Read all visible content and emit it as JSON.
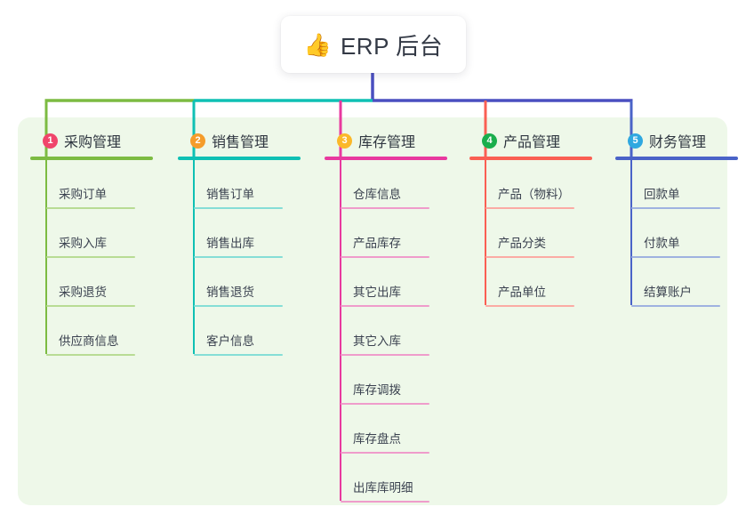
{
  "root": {
    "icon": "thumbs-up-icon",
    "emoji": "👍",
    "title": "ERP 后台"
  },
  "palette": {
    "panel_bg": "#eef8e9",
    "page_bg": "#ffffff",
    "root_stem": "#4a4fc0",
    "trunk_left": "#7cbb42",
    "trunk_mid": "#0fc0b4",
    "trunk_right": "#4a4fc0"
  },
  "columns": [
    {
      "number": "1",
      "label": "采购管理",
      "badge_color": "#f0456b",
      "accent": "#7cbb42",
      "accent_light": "#b8dc94",
      "drop_color": "#7cbb42",
      "items": [
        {
          "label": "采购订单"
        },
        {
          "label": "采购入库"
        },
        {
          "label": "采购退货"
        },
        {
          "label": "供应商信息"
        }
      ]
    },
    {
      "number": "2",
      "label": "销售管理",
      "badge_color": "#f59c2a",
      "accent": "#0fc0b4",
      "accent_light": "#85ded6",
      "drop_color": "#0fc0b4",
      "items": [
        {
          "label": "销售订单"
        },
        {
          "label": "销售出库"
        },
        {
          "label": "销售退货"
        },
        {
          "label": "客户信息"
        }
      ]
    },
    {
      "number": "3",
      "label": "库存管理",
      "badge_color": "#fbb829",
      "accent": "#e8399f",
      "accent_light": "#ef9ccb",
      "drop_color": "#e8399f",
      "items": [
        {
          "label": "仓库信息"
        },
        {
          "label": "产品库存"
        },
        {
          "label": "其它出库"
        },
        {
          "label": "其它入库"
        },
        {
          "label": "库存调拨"
        },
        {
          "label": "库存盘点"
        },
        {
          "label": "出库库明细"
        }
      ]
    },
    {
      "number": "4",
      "label": "产品管理",
      "badge_color": "#1aae4c",
      "accent": "#fa5f53",
      "accent_light": "#fbaba4",
      "drop_color": "#fa5f53",
      "items": [
        {
          "label": "产品（物料）"
        },
        {
          "label": "产品分类"
        },
        {
          "label": "产品单位"
        }
      ]
    },
    {
      "number": "5",
      "label": "财务管理",
      "badge_color": "#2fa8e0",
      "accent": "#4a63c8",
      "accent_light": "#9fb2e0",
      "drop_color": "#4a63c8",
      "items": [
        {
          "label": "回款单"
        },
        {
          "label": "付款单"
        },
        {
          "label": "结算账户"
        }
      ]
    }
  ]
}
